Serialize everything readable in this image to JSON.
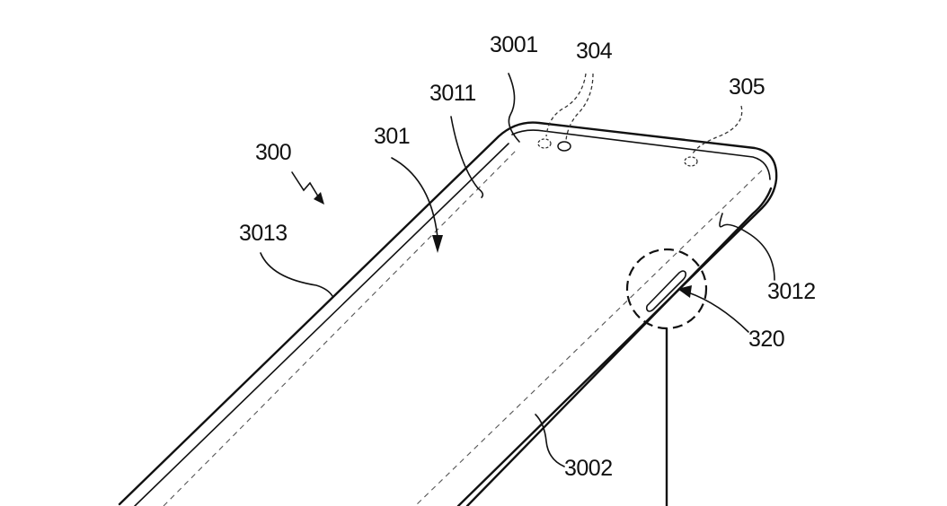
{
  "figure": {
    "labels": {
      "l300": "300",
      "l301": "301",
      "l304": "304",
      "l305": "305",
      "l320": "320",
      "l3001": "3001",
      "l3002": "3002",
      "l3011": "3011",
      "l3012": "3012",
      "l3013": "3013"
    }
  }
}
